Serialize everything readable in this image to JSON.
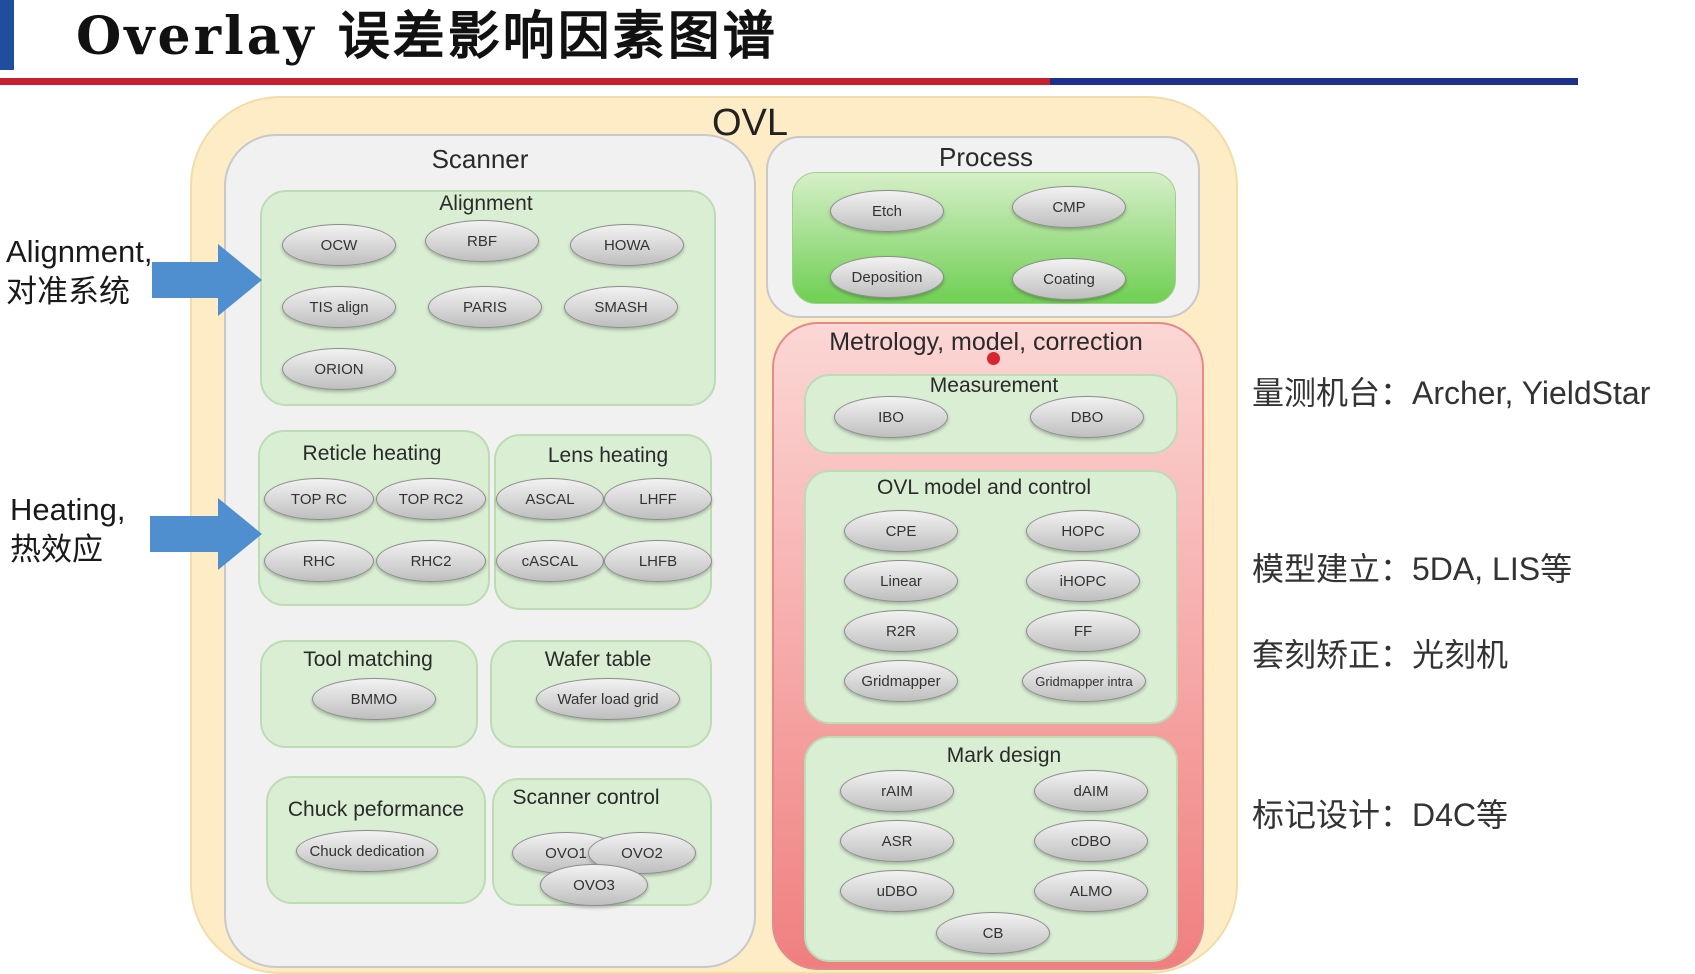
{
  "header": {
    "title": "Overlay 误差影响因素图谱",
    "accent_color": "#1f4e9e",
    "rule_colors": [
      "#c8202f",
      "#1f2f8c"
    ]
  },
  "diagram": {
    "root_label": "OVL",
    "scanner": {
      "title": "Scanner",
      "alignment": {
        "title": "Alignment",
        "items": [
          "OCW",
          "RBF",
          "HOWA",
          "TIS align",
          "PARIS",
          "SMASH",
          "ORION"
        ]
      },
      "reticle_heating": {
        "title": "Reticle heating",
        "items": [
          "TOP RC",
          "TOP RC2",
          "RHC",
          "RHC2"
        ]
      },
      "lens_heating": {
        "title": "Lens heating",
        "items": [
          "ASCAL",
          "LHFF",
          "cASCAL",
          "LHFB"
        ]
      },
      "tool_matching": {
        "title": "Tool matching",
        "items": [
          "BMMO"
        ]
      },
      "wafer_table": {
        "title": "Wafer table",
        "items": [
          "Wafer load grid"
        ]
      },
      "chuck": {
        "title": "Chuck peformance",
        "items": [
          "Chuck dedication"
        ]
      },
      "scanner_control": {
        "title": "Scanner control",
        "items": [
          "OVO1",
          "OVO2",
          "OVO3"
        ]
      }
    },
    "process": {
      "title": "Process",
      "items": [
        "Etch",
        "CMP",
        "Deposition",
        "Coating"
      ]
    },
    "metrology": {
      "title": "Metrology, model, correction",
      "measurement": {
        "title": "Measurement",
        "items": [
          "IBO",
          "DBO"
        ]
      },
      "ovl_model": {
        "title": "OVL model and control",
        "items": [
          "CPE",
          "HOPC",
          "Linear",
          "iHOPC",
          "R2R",
          "FF",
          "Gridmapper",
          "Gridmapper intra"
        ]
      },
      "mark_design": {
        "title": "Mark design",
        "items": [
          "rAIM",
          "dAIM",
          "ASR",
          "cDBO",
          "uDBO",
          "ALMO",
          "CB"
        ]
      }
    }
  },
  "left_annotations": [
    {
      "line1": "Alignment,",
      "line2": "对准系统"
    },
    {
      "line1": "Heating,",
      "line2": "热效应"
    }
  ],
  "right_annotations": [
    "量测机台：Archer, YieldStar",
    "模型建立：5DA, LIS等",
    "套刻矫正：光刻机",
    "标记设计：D4C等"
  ],
  "colors": {
    "ovl_background": "#fdecc6",
    "group_green": "#d9eed3",
    "process_green": "#6fcf53",
    "metrology_red": "#f07f7f",
    "arrow_blue": "#4f8fd0"
  }
}
